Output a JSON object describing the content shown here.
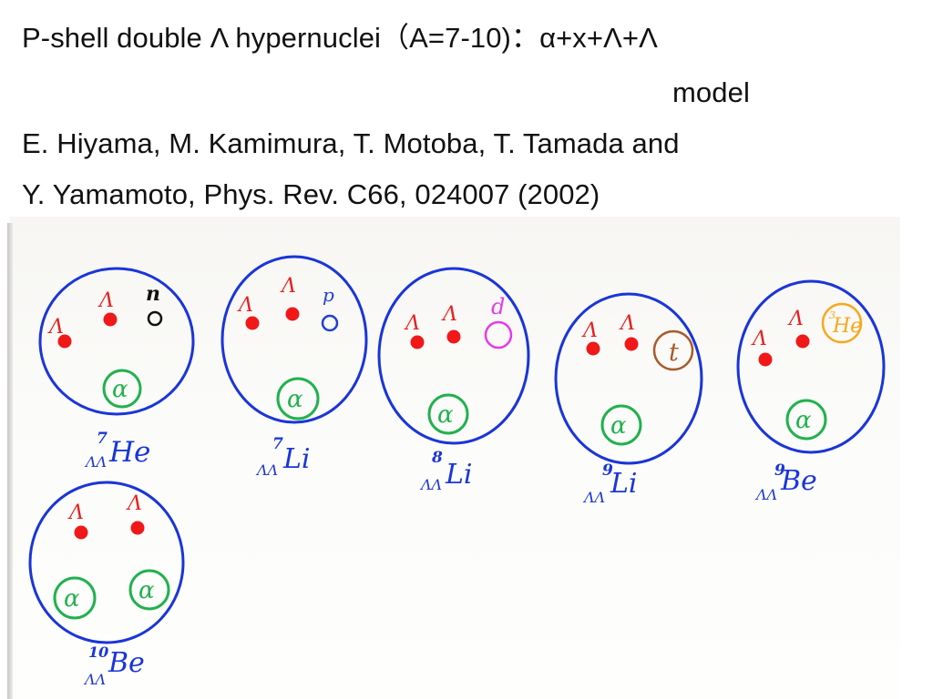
{
  "title": {
    "line1": "P-shell double Λ hypernuclei（A=7-10)：α+x+Λ+Λ",
    "line2": "model",
    "line3": "E. Hiyama, M. Kamimura, T. Motoba, T. Tamada and",
    "line4": "Y. Yamamoto, Phys. Rev. C66, 024007 (2002)"
  },
  "symbols": {
    "lambda": "Λ",
    "alpha": "α"
  },
  "nuclei": [
    {
      "id": "He7",
      "mass": "7",
      "element": "He",
      "prefix": "ΛΛ",
      "x_label": "n",
      "x_kind": "neutron",
      "x_color": "#111111"
    },
    {
      "id": "Li7",
      "mass": "7",
      "element": "Li",
      "prefix": "ΛΛ",
      "x_label": "p",
      "x_kind": "proton",
      "x_color": "#1f3fd6"
    },
    {
      "id": "Li8",
      "mass": "8",
      "element": "Li",
      "prefix": "ΛΛ",
      "x_label": "d",
      "x_kind": "deuteron",
      "x_color": "#e23ce8"
    },
    {
      "id": "Li9",
      "mass": "9",
      "element": "Li",
      "prefix": "ΛΛ",
      "x_label": "t",
      "x_kind": "triton",
      "x_color": "#a85a2a"
    },
    {
      "id": "Be9",
      "mass": "9",
      "element": "Be",
      "prefix": "ΛΛ",
      "x_label": "He",
      "x_mass": "3",
      "x_kind": "helion",
      "x_color": "#f6a81c"
    },
    {
      "id": "Be10",
      "mass": "10",
      "element": "Be",
      "prefix": "ΛΛ",
      "x_label": "α",
      "x_kind": "alpha",
      "x_color": "#21b14e"
    }
  ],
  "colors": {
    "circle": "#1a35d8",
    "lambda_dot": "#f01818",
    "lambda_mark": "#e81e1e",
    "alpha": "#21b14e",
    "label": "#1a35d8"
  }
}
